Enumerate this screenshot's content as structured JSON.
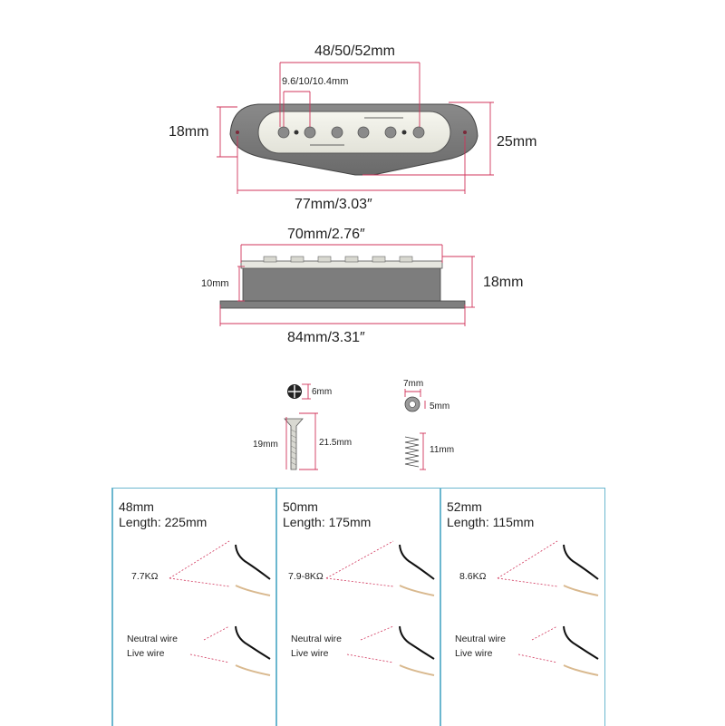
{
  "top_view": {
    "total_spacing": "48/50/52mm",
    "pole_spacing": "9.6/10/10.4mm",
    "height_left": "18mm",
    "height_right": "25mm",
    "length": "77mm/3.03″"
  },
  "side_view": {
    "top_length": "70mm/2.76″",
    "cover_height": "10mm",
    "total_height": "18mm",
    "base_length": "84mm/3.31″"
  },
  "hardware": {
    "screw_head": "6mm",
    "screw_shank": "19mm",
    "screw_total": "21.5mm",
    "washer_outer": "7mm",
    "washer_inner": "5mm",
    "spring": "11mm"
  },
  "wiring": [
    {
      "size": "48mm",
      "length": "Length: 225mm",
      "resistance": "7.7KΩ",
      "neutral": "Neutral wire",
      "live": "Live wire"
    },
    {
      "size": "50mm",
      "length": "Length: 175mm",
      "resistance": "7.9-8KΩ",
      "neutral": "Neutral wire",
      "live": "Live wire"
    },
    {
      "size": "52mm",
      "length": "Length: 115mm",
      "resistance": "8.6KΩ",
      "neutral": "Neutral wire",
      "live": "Live wire"
    }
  ],
  "colors": {
    "dimension": "#d1345b",
    "panel_border": "#6bb7cf",
    "pickup_body": "#7d7d7d"
  }
}
